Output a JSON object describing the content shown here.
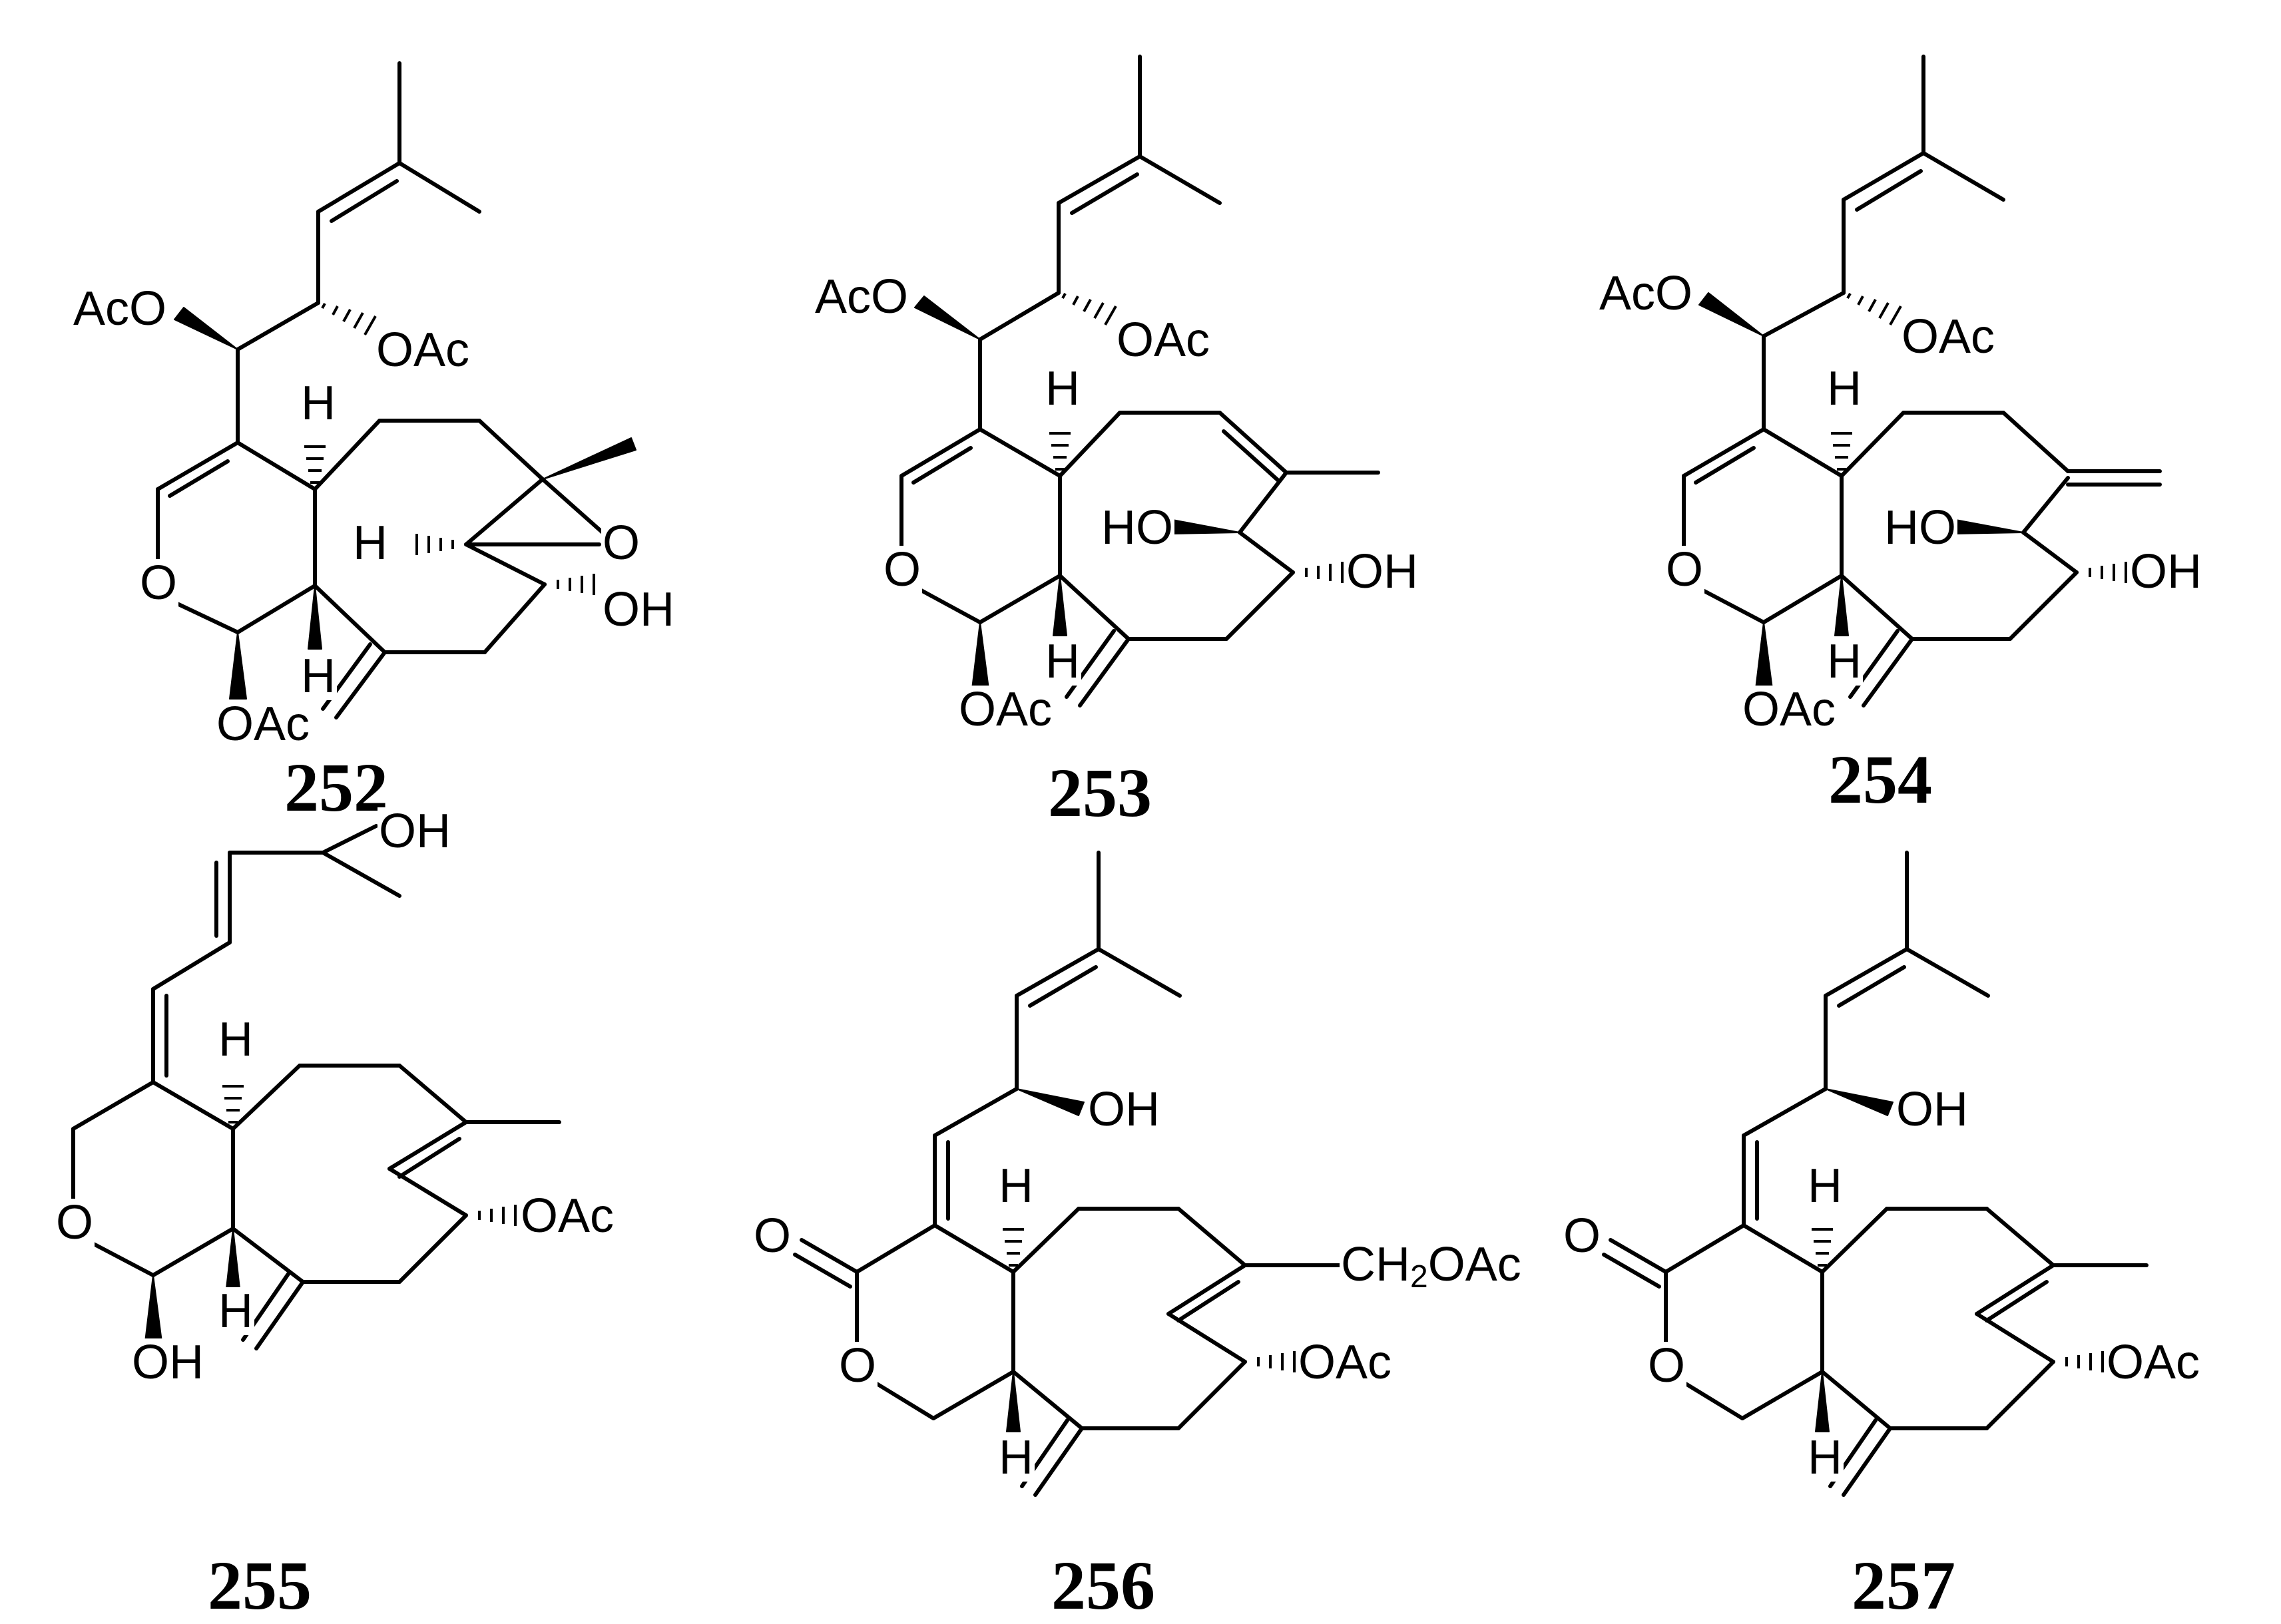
{
  "compounds": [
    {
      "id": "252",
      "labels": {
        "aco": "AcO",
        "oac1": "OAc",
        "h_top": "H",
        "o_ring": "O",
        "oac2": "OAc",
        "h_bottom": "H",
        "h_epox": "H",
        "o_epox": "O",
        "oh": "OH"
      }
    },
    {
      "id": "253",
      "labels": {
        "aco": "AcO",
        "oac1": "OAc",
        "h_top": "H",
        "o_ring": "O",
        "oac2": "OAc",
        "h_bottom": "H",
        "ho": "HO",
        "oh": "OH"
      }
    },
    {
      "id": "254",
      "labels": {
        "aco": "AcO",
        "oac1": "OAc",
        "h_top": "H",
        "o_ring": "O",
        "oac2": "OAc",
        "h_bottom": "H",
        "ho": "HO",
        "oh": "OH"
      }
    },
    {
      "id": "255",
      "labels": {
        "oh_top": "OH",
        "h_top": "H",
        "o_ring": "O",
        "oh_bottom": "OH",
        "h_bottom": "H",
        "oac": "OAc"
      }
    },
    {
      "id": "256",
      "labels": {
        "oh": "OH",
        "h_top": "H",
        "o_carbonyl": "O",
        "o_ring": "O",
        "h_bottom": "H",
        "ch2_prefix": "CH",
        "ch2_sub": "2",
        "ch2_suffix": "OAc",
        "oac": "OAc"
      }
    },
    {
      "id": "257",
      "labels": {
        "oh": "OH",
        "h_top": "H",
        "o_carbonyl": "O",
        "o_ring": "O",
        "h_bottom": "H",
        "oac": "OAc"
      }
    }
  ]
}
